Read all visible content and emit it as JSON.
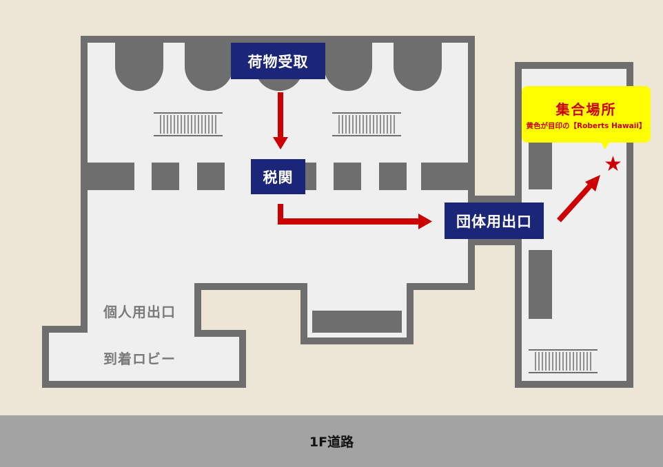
{
  "labels": {
    "baggage_claim": "荷物受取",
    "customs": "税関",
    "group_exit": "団体用出口",
    "individual_exit": "個人用出口",
    "arrival_lobby": "到着ロビー",
    "road": "1F道路"
  },
  "meeting_point": {
    "title": "集合場所",
    "subtitle": "黄色が目印の【Roberts Hawaii】"
  },
  "icons": {
    "meeting_star": "★"
  },
  "colors": {
    "background": "#ede6d6",
    "wall": "#6e6e6e",
    "floor": "#efefef",
    "navy": "#1c2678",
    "route_arrow": "#cc0000",
    "callout": "#fefe00",
    "road": "#a3a3a3"
  }
}
